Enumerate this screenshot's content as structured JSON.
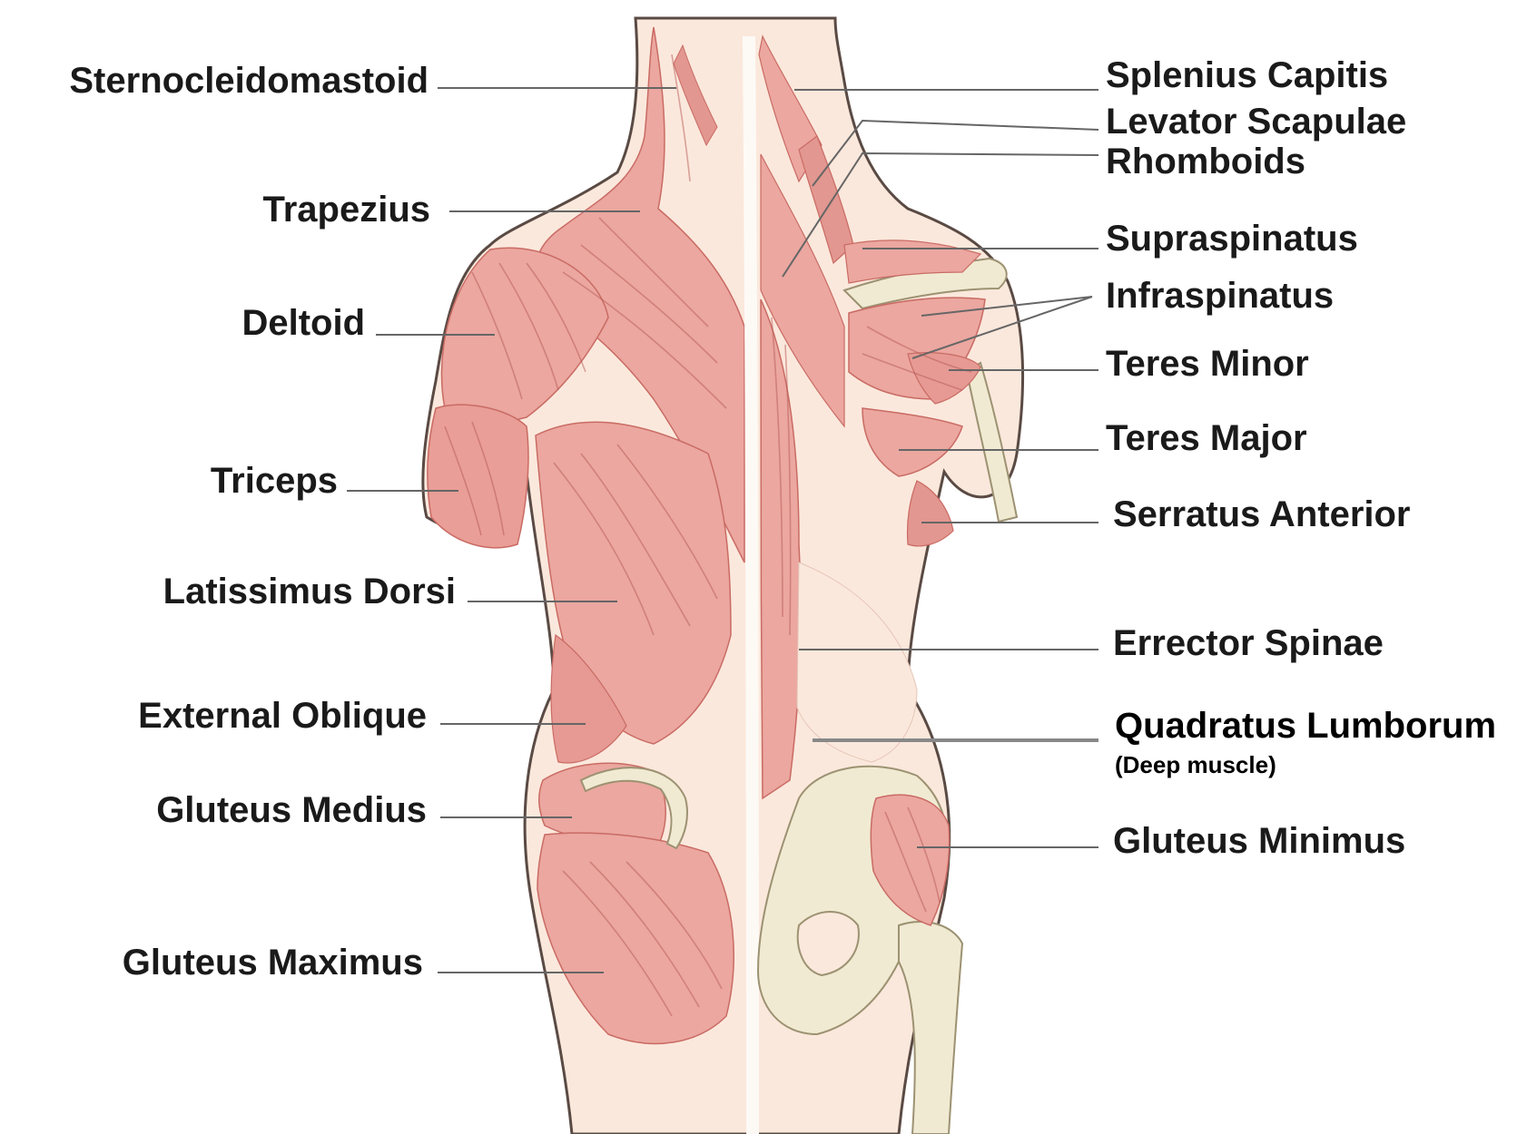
{
  "colors": {
    "skin": "#fbe8dc",
    "skin_edge": "#5a4a44",
    "muscle": "#eba7a0",
    "muscle_dark": "#c96b64",
    "muscle_light": "#f6cfc8",
    "fiber": "#b75a55",
    "bone": "#f1ead3",
    "bone_edge": "#9c9272",
    "leader": "#666666",
    "text": "#1a1a1a"
  },
  "labels_left": [
    {
      "id": "sternocleidomastoid",
      "text": "Sternocleidomastoid"
    },
    {
      "id": "trapezius",
      "text": "Trapezius"
    },
    {
      "id": "deltoid",
      "text": "Deltoid"
    },
    {
      "id": "triceps",
      "text": "Triceps"
    },
    {
      "id": "latissimus-dorsi",
      "text": "Latissimus Dorsi"
    },
    {
      "id": "external-oblique",
      "text": "External Oblique"
    },
    {
      "id": "gluteus-medius",
      "text": "Gluteus Medius"
    },
    {
      "id": "gluteus-maximus",
      "text": "Gluteus Maximus"
    }
  ],
  "labels_right": [
    {
      "id": "splenius-capitis",
      "text": "Splenius Capitis"
    },
    {
      "id": "levator-scapulae",
      "text": "Levator Scapulae"
    },
    {
      "id": "rhomboids",
      "text": "Rhomboids"
    },
    {
      "id": "supraspinatus",
      "text": "Supraspinatus"
    },
    {
      "id": "infraspinatus",
      "text": "Infraspinatus"
    },
    {
      "id": "teres-minor",
      "text": "Teres Minor"
    },
    {
      "id": "teres-major",
      "text": "Teres Major"
    },
    {
      "id": "serratus-anterior",
      "text": "Serratus Anterior"
    },
    {
      "id": "errector-spinae",
      "text": "Errector Spinae"
    },
    {
      "id": "quadratus-lumborum",
      "text": "Quadratus Lumborum"
    },
    {
      "id": "gluteus-minimus",
      "text": "Gluteus Minimus"
    }
  ],
  "notes": {
    "quadratus_lumborum_note": "(Deep muscle)"
  }
}
